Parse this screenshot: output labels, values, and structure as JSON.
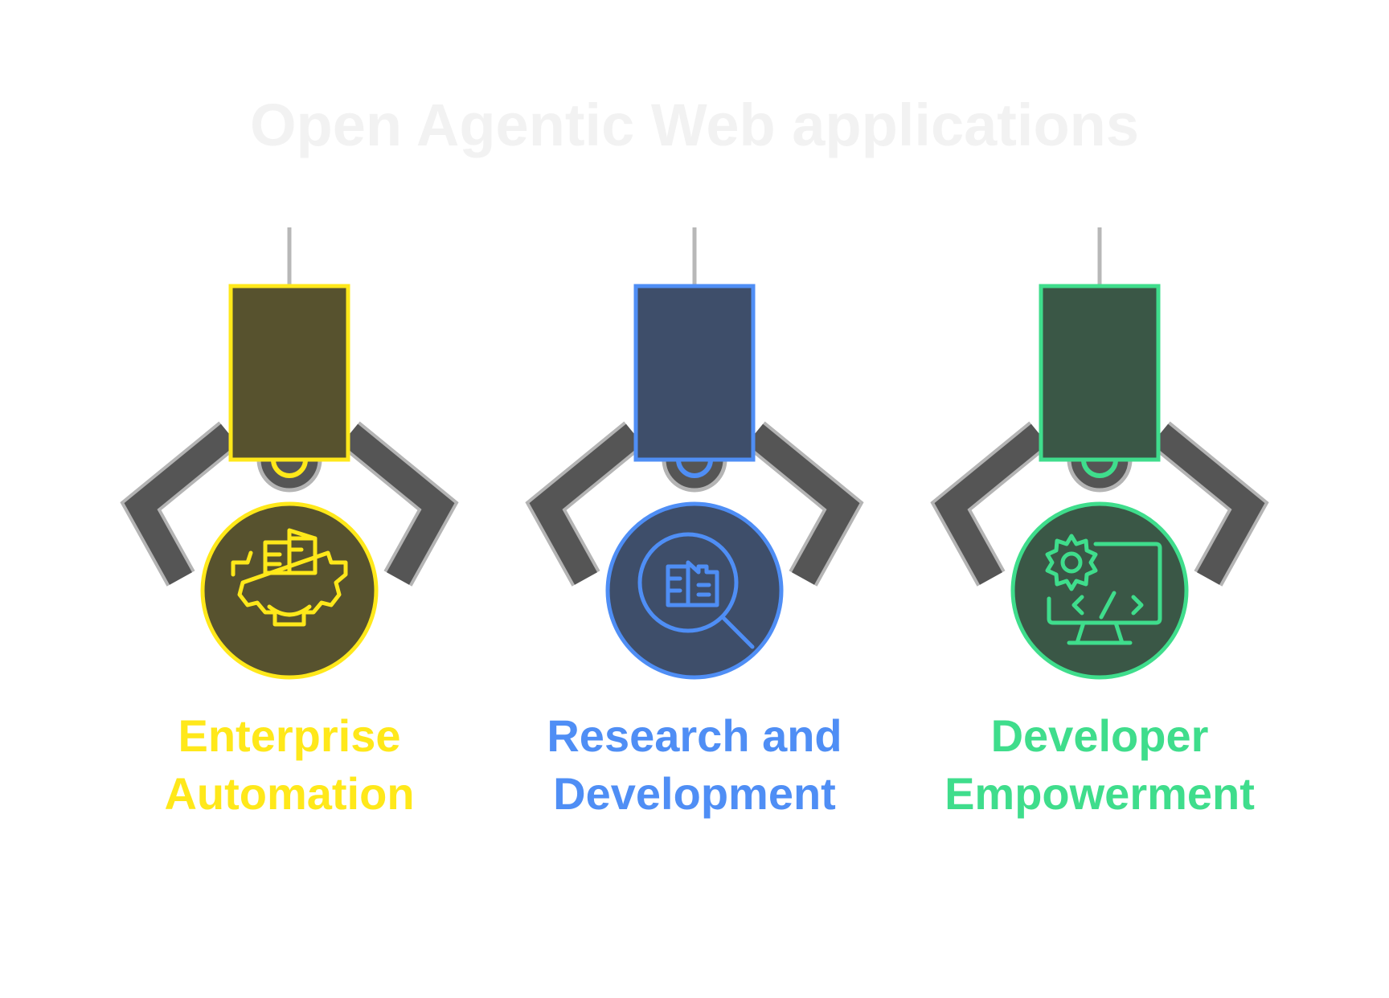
{
  "title": "Open Agentic Web applications",
  "items": [
    {
      "line1": "Enterprise",
      "line2": "Automation",
      "accent": "#FFE81A",
      "fill": "#57522E",
      "icon": "gear-building-icon"
    },
    {
      "line1": "Research and",
      "line2": "Development",
      "accent": "#4F8EF5",
      "fill": "#3E4E6A",
      "icon": "magnifier-building-icon"
    },
    {
      "line1": "Developer",
      "line2": "Empowerment",
      "accent": "#3FDD8C",
      "fill": "#3A5746",
      "icon": "monitor-code-gear-icon"
    }
  ],
  "colors": {
    "claw": "#555555",
    "claw_outline": "#B4B4B4",
    "rod": "#B8B8B8",
    "title": "#F2F2F2"
  }
}
